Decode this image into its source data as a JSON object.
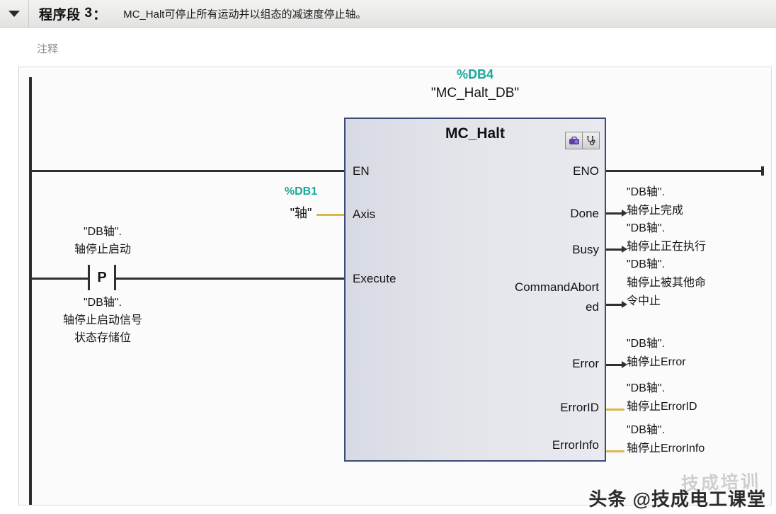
{
  "network": {
    "collapse_icon": "triangle-down-icon",
    "title": "程序段",
    "number": "3",
    "colon": "：",
    "description": "MC_Halt可停止所有运动并以组态的减速度停止轴。",
    "comment_placeholder": "注释"
  },
  "colors": {
    "db_label": "#17a898",
    "block_border": "#3c4a77",
    "wire": "#2f2f2f",
    "wire_yellow": "#d8b94a"
  },
  "block": {
    "db_number": "%DB4",
    "db_name": "\"MC_Halt_DB\"",
    "name": "MC_Halt",
    "icons": [
      {
        "name": "briefcase-icon",
        "glyph": "briefcase"
      },
      {
        "name": "stethoscope-icon",
        "glyph": "stethoscope"
      }
    ],
    "inputs": [
      {
        "name": "en",
        "label": "EN"
      },
      {
        "name": "axis",
        "label": "Axis"
      },
      {
        "name": "execute",
        "label": "Execute"
      }
    ],
    "outputs": [
      {
        "name": "eno",
        "label": "ENO"
      },
      {
        "name": "done",
        "label": "Done"
      },
      {
        "name": "busy",
        "label": "Busy"
      },
      {
        "name": "command-aborted",
        "label": "CommandAbort\ned"
      },
      {
        "name": "error",
        "label": "Error"
      },
      {
        "name": "error-id",
        "label": "ErrorID"
      },
      {
        "name": "error-info",
        "label": "ErrorInfo"
      }
    ]
  },
  "axis_operand": {
    "db_number": "%DB1",
    "db_name": "\"轴\""
  },
  "contact": {
    "letter": "P",
    "label_above": "\"DB轴\".\n轴停止启动",
    "label_below": "\"DB轴\".\n轴停止启动信号\n状态存储位"
  },
  "output_operands": [
    {
      "name": "done-operand",
      "text": "\"DB轴\".\n轴停止完成"
    },
    {
      "name": "busy-operand",
      "text": "\"DB轴\".\n轴停止正在执行"
    },
    {
      "name": "command-aborted-operand",
      "text": "\"DB轴\".\n轴停止被其他命\n令中止"
    },
    {
      "name": "error-operand",
      "text": "\"DB轴\".\n轴停止Error"
    },
    {
      "name": "error-id-operand",
      "text": "\"DB轴\".\n轴停止ErrorID"
    },
    {
      "name": "error-info-operand",
      "text": "\"DB轴\".\n轴停止ErrorInfo"
    }
  ],
  "watermark": {
    "main": "头条 @技成电工课堂",
    "ghost": "技成培训"
  }
}
